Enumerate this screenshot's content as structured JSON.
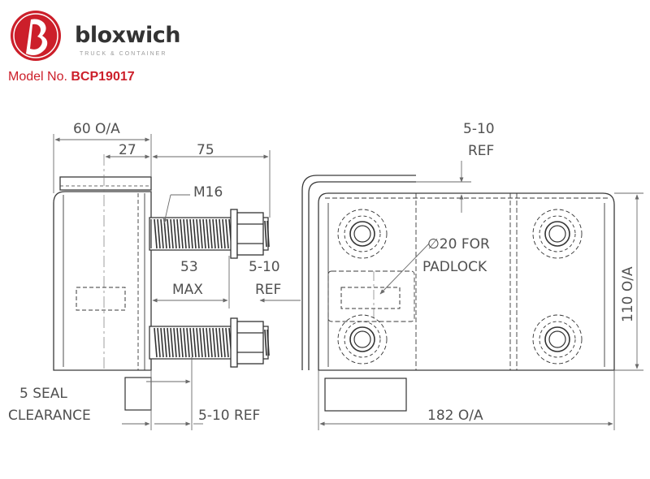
{
  "brand": {
    "name": "bloxwich",
    "tagline": "TRUCK & CONTAINER",
    "colors": {
      "red": "#cc1f2a",
      "grey": "#333333"
    }
  },
  "model": {
    "prefix": "Model No.",
    "number": "BCP19017"
  },
  "dimensions": {
    "overall_width_side": "60 O/A",
    "offset_27": "27",
    "bolt_length": "75",
    "thread": "M16",
    "max_53": "53",
    "max_label": "MAX",
    "ref_range": "5-10",
    "ref_label": "REF",
    "top_ref_range": "5-10",
    "top_ref_label": "REF",
    "seal_line1": "5 SEAL",
    "seal_line2": "CLEARANCE",
    "bottom_ref": "5-10 REF",
    "padlock_line1": "∅20 FOR",
    "padlock_line2": "PADLOCK",
    "height": "110 O/A",
    "overall_length": "182 O/A"
  }
}
